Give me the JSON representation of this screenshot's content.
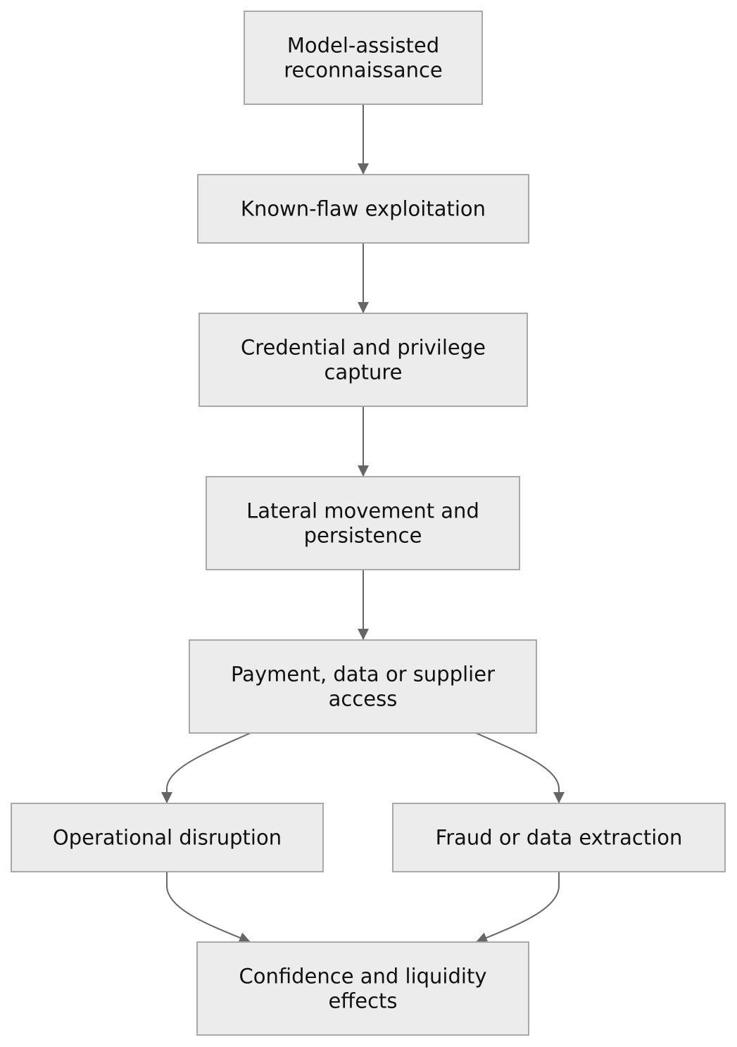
{
  "diagram": {
    "type": "flowchart",
    "direction": "top-down",
    "nodes": [
      {
        "id": "recon",
        "lines": [
          "Model-assisted",
          "reconnaissance"
        ]
      },
      {
        "id": "exploit",
        "lines": [
          "Known-flaw exploitation"
        ]
      },
      {
        "id": "credential",
        "lines": [
          "Credential and privilege",
          "capture"
        ]
      },
      {
        "id": "lateral",
        "lines": [
          "Lateral movement and",
          "persistence"
        ]
      },
      {
        "id": "access",
        "lines": [
          "Payment, data or supplier",
          "access"
        ]
      },
      {
        "id": "disruption",
        "lines": [
          "Operational disruption"
        ]
      },
      {
        "id": "fraud",
        "lines": [
          "Fraud or data extraction"
        ]
      },
      {
        "id": "effects",
        "lines": [
          "Confidence and liquidity",
          "effects"
        ]
      }
    ],
    "edges": [
      {
        "from": "recon",
        "to": "exploit"
      },
      {
        "from": "exploit",
        "to": "credential"
      },
      {
        "from": "credential",
        "to": "lateral"
      },
      {
        "from": "lateral",
        "to": "access"
      },
      {
        "from": "access",
        "to": "disruption"
      },
      {
        "from": "access",
        "to": "fraud"
      },
      {
        "from": "disruption",
        "to": "effects"
      },
      {
        "from": "fraud",
        "to": "effects"
      }
    ],
    "colors": {
      "node_fill": "#ececec",
      "node_border": "#a9a9a9",
      "edge": "#666666",
      "text": "#111111",
      "background": "#ffffff"
    }
  }
}
